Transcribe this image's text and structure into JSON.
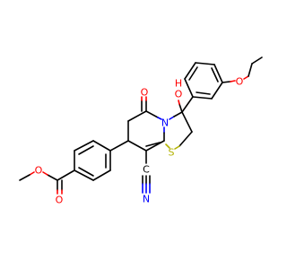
{
  "diagram": {
    "type": "chemical-structure",
    "colors": {
      "carbon_bond": "#000000",
      "oxygen": "#ff0000",
      "nitrogen": "#0000ff",
      "sulfur": "#b2b200",
      "carbon_label": "#000000"
    },
    "atom_labels": {
      "ester_o_carbonyl": "O",
      "ester_o_methoxy": "O",
      "lactam_o": "O",
      "hydroxyl_o": "O",
      "hydroxyl_h": "H",
      "ethoxy_o": "O",
      "ring_n": "N",
      "ring_s": "S",
      "nitrile_n": "N",
      "nitrile_c": "C"
    }
  }
}
